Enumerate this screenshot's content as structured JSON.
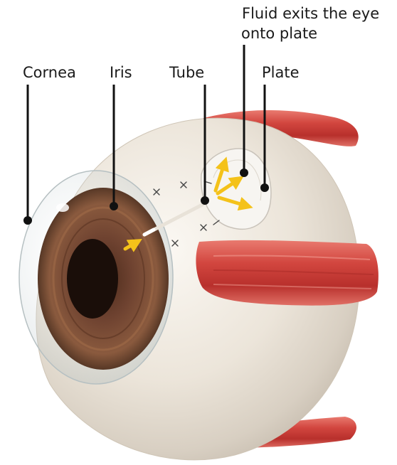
{
  "labels": {
    "fluid_line1": "Fluid exits the eye",
    "fluid_line2": "onto plate",
    "cornea": "Cornea",
    "iris": "Iris",
    "tube": "Tube",
    "plate": "Plate"
  },
  "colors": {
    "sclera": "#efe9e0",
    "muscle": "#d2463f",
    "iris": "#7a4a32",
    "pupil": "#1a0e09",
    "arrow": "#f4c21a",
    "leader": "#111111"
  }
}
